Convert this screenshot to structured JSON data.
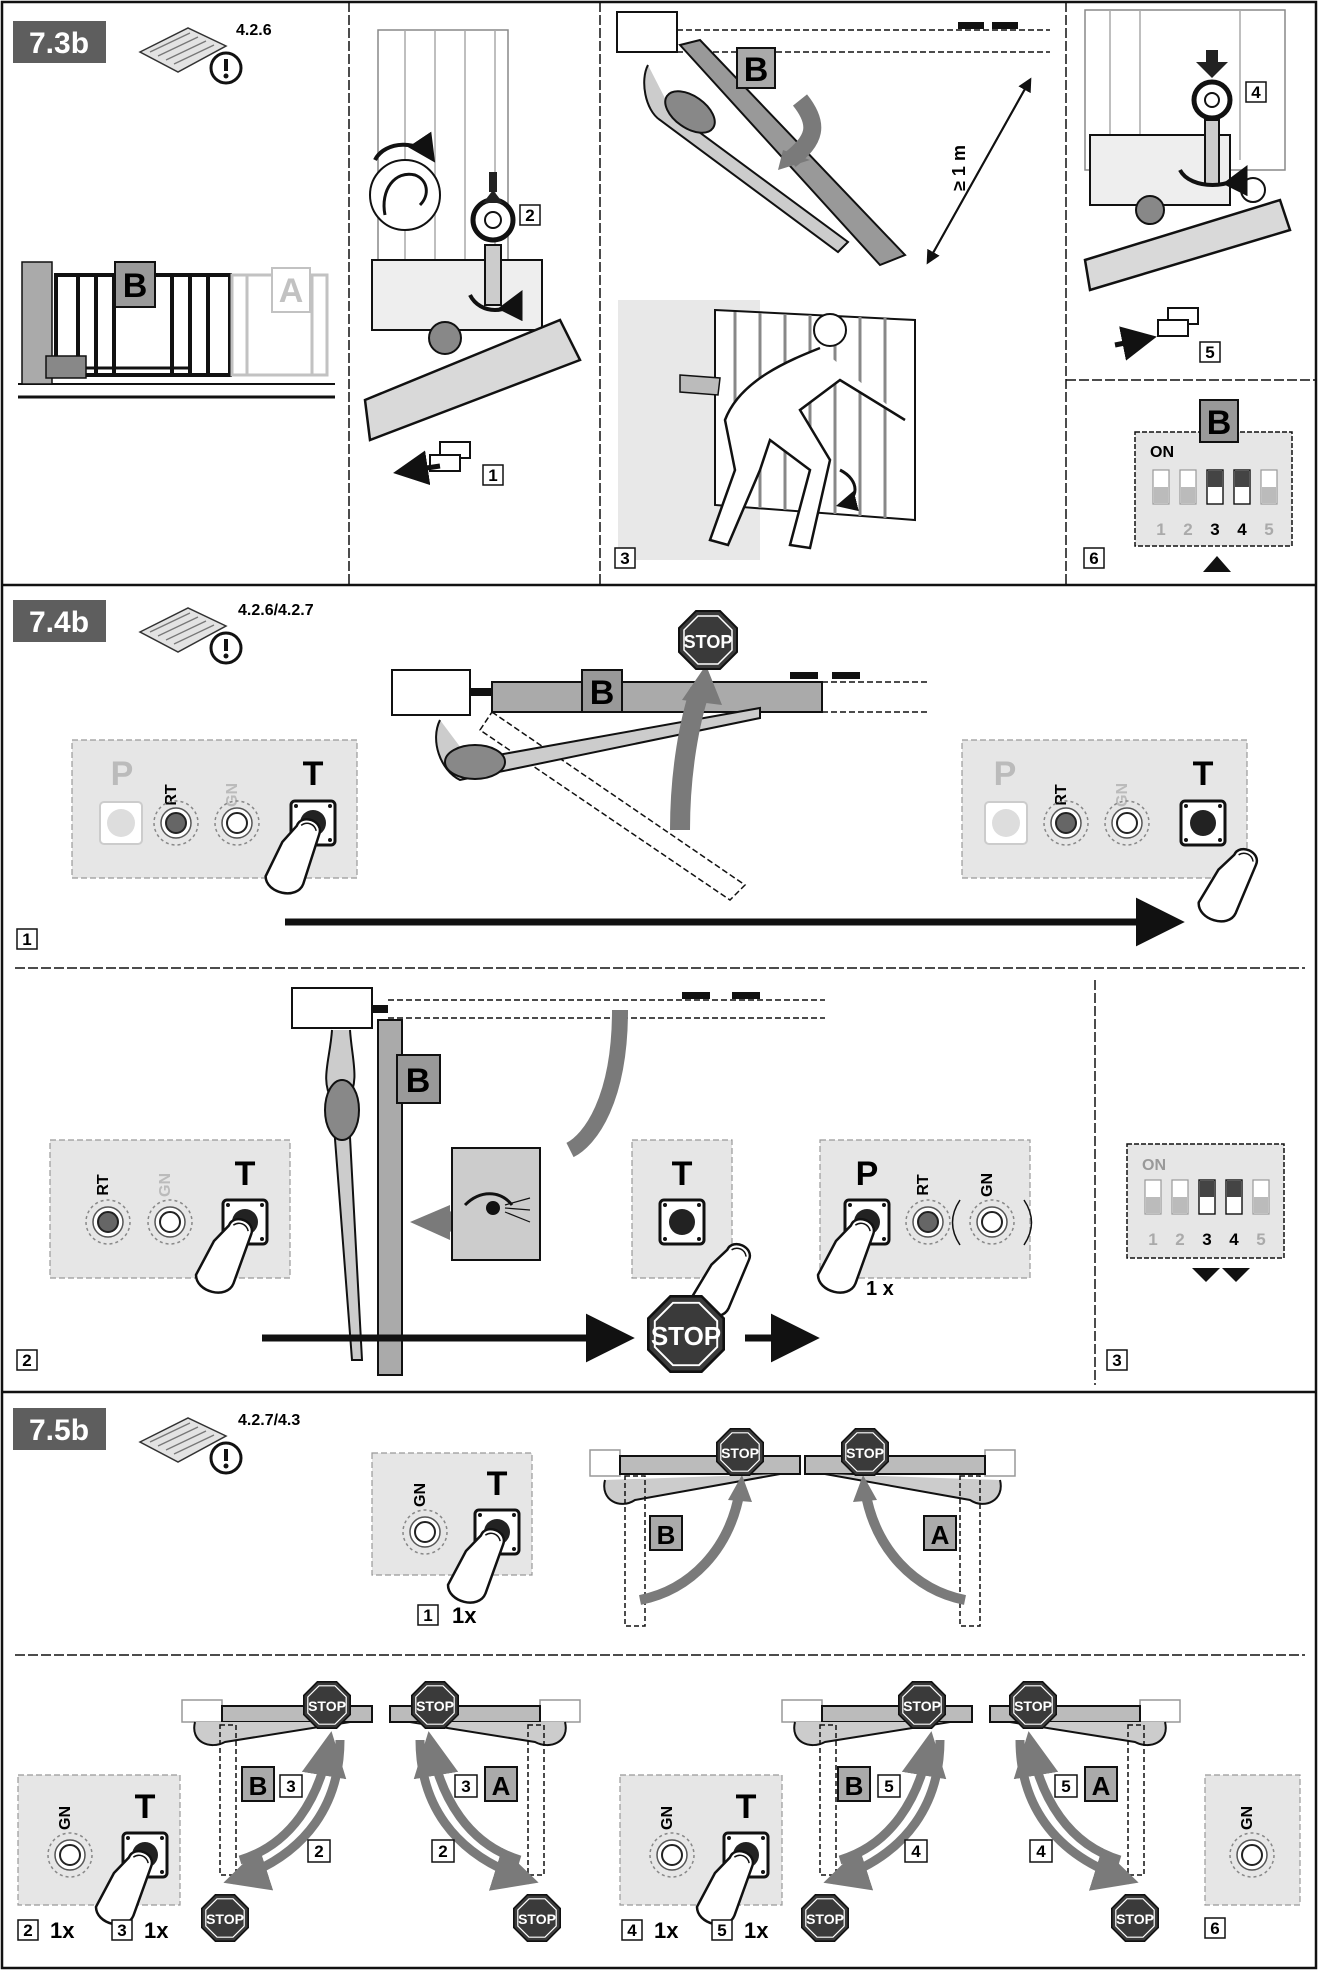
{
  "sections": [
    {
      "id": "7.3b",
      "header": "7.3b",
      "manual_ref": "4.2.6",
      "gate_labels": [
        "B",
        "A"
      ],
      "step_labels": [
        "1",
        "2",
        "3",
        "4",
        "5",
        "6"
      ],
      "distance_label": "≥ 1 m",
      "dip_switch": {
        "title": "ON",
        "group": "B",
        "numbers": [
          "1",
          "2",
          "3",
          "4",
          "5"
        ],
        "on": [
          3,
          4
        ]
      }
    },
    {
      "id": "7.4b",
      "header": "7.4b",
      "manual_ref": "4.2.6/4.2.7",
      "gate_label": "B",
      "stop_label": "STOP",
      "panel_labels": {
        "p": "P",
        "rt": "RT",
        "gn": "GN",
        "t": "T"
      },
      "step_labels": [
        "1",
        "2",
        "3"
      ],
      "press_count": "1 x",
      "dip_switch": {
        "title": "ON",
        "numbers": [
          "1",
          "2",
          "3",
          "4",
          "5"
        ],
        "on": [
          3,
          4
        ]
      }
    },
    {
      "id": "7.5b",
      "header": "7.5b",
      "manual_ref": "4.2.7/4.3",
      "gate_labels": [
        "B",
        "A"
      ],
      "stop_label": "STOP",
      "panel_labels": {
        "gn": "GN",
        "t": "T"
      },
      "step_labels": [
        "1",
        "2",
        "3",
        "4",
        "5",
        "6"
      ],
      "press_count": "1x"
    }
  ]
}
